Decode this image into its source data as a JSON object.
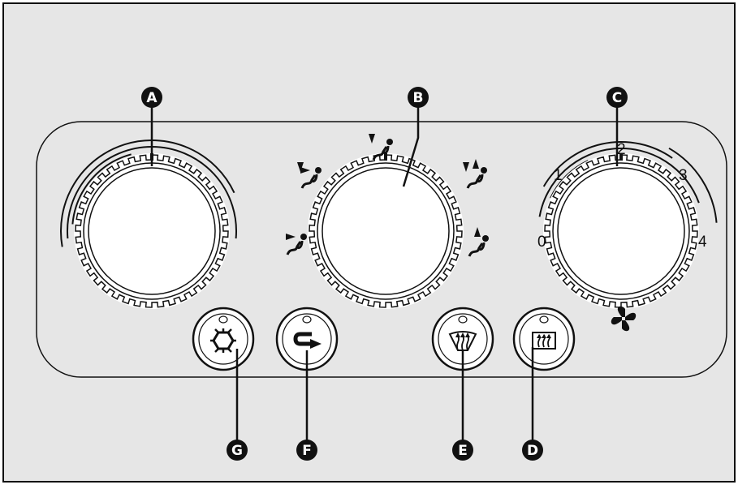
{
  "callouts": {
    "a": "A",
    "b": "B",
    "c": "C",
    "d": "D",
    "e": "E",
    "f": "F",
    "g": "G"
  },
  "fan_scale": [
    "0",
    "1",
    "2",
    "3",
    "4"
  ],
  "colors": {
    "background": "#e6e6e6",
    "panel": "#e6e6e6",
    "knob": "#ffffff",
    "ink": "#111111"
  },
  "icons": {
    "dial_b_positions": [
      "airflow-face-icon",
      "airflow-face-feet-icon",
      "airflow-feet-icon",
      "airflow-feet-windscreen-icon",
      "airflow-windscreen-icon"
    ],
    "dial_c_symbol": "fan-icon",
    "button_g": "snowflake-ac-icon",
    "button_f": "recirculation-icon",
    "button_e": "windscreen-demist-icon",
    "button_d": "rear-window-heater-icon"
  }
}
